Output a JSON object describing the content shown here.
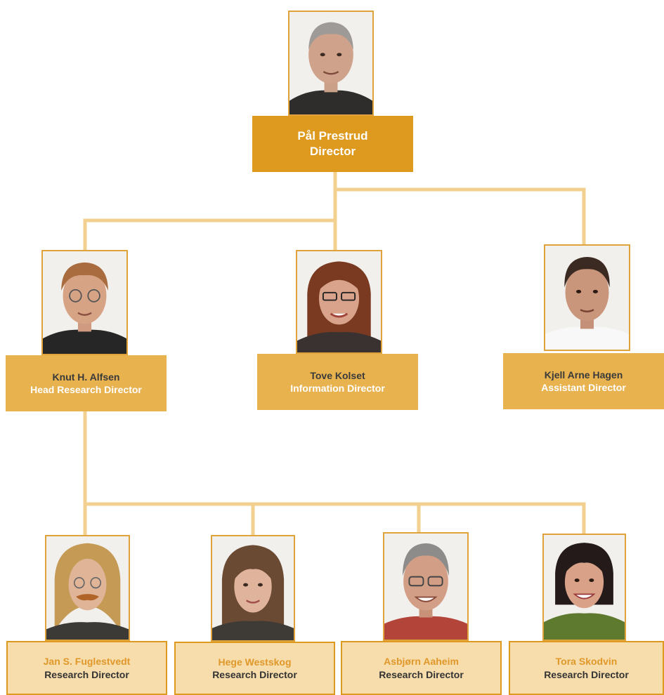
{
  "colors": {
    "connector": "#f2d08f",
    "photo_border": "#e0a23a",
    "director_box": "#de9a1f",
    "mid_box": "#e8b24f",
    "low_box": "#f7ddab"
  },
  "director": {
    "name": "Pål Prestrud",
    "role": "Director"
  },
  "level2": [
    {
      "name": "Knut H. Alfsen",
      "role": "Head Research Director"
    },
    {
      "name": "Tove Kolset",
      "role": "Information Director"
    },
    {
      "name": "Kjell Arne Hagen",
      "role": "Assistant Director"
    }
  ],
  "level3": [
    {
      "name": "Jan S. Fuglestvedt",
      "role": "Research Director"
    },
    {
      "name": "Hege Westskog",
      "role": "Research Director"
    },
    {
      "name": "Asbjørn Aaheim",
      "role": "Research Director"
    },
    {
      "name": "Tora Skodvin",
      "role": "Research Director"
    }
  ]
}
